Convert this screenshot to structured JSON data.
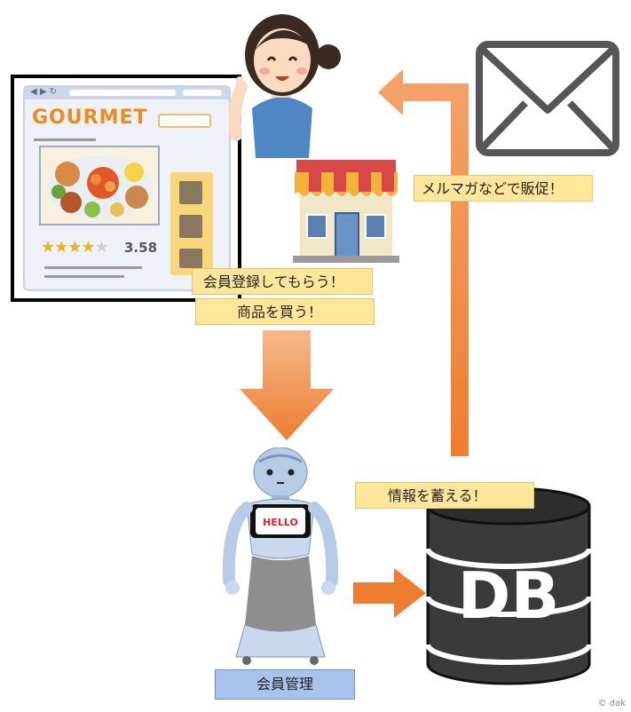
{
  "website": {
    "brand": "GOURMET",
    "rating": "3.58"
  },
  "robot": {
    "badge": "HELLO"
  },
  "database": {
    "label": "DB"
  },
  "labels": {
    "member_register": "会員登録してもらう！",
    "buy_product": "商品を買う！",
    "mail_promo": "メルマガなどで販促！",
    "store_info": "情報を蓄える！",
    "member_management": "会員管理"
  },
  "footer": {
    "copyright": "© dak"
  },
  "colors": {
    "arrow": "#ed7d31",
    "label_yellow": "#ffe699",
    "label_blue": "#a9c4eb"
  }
}
